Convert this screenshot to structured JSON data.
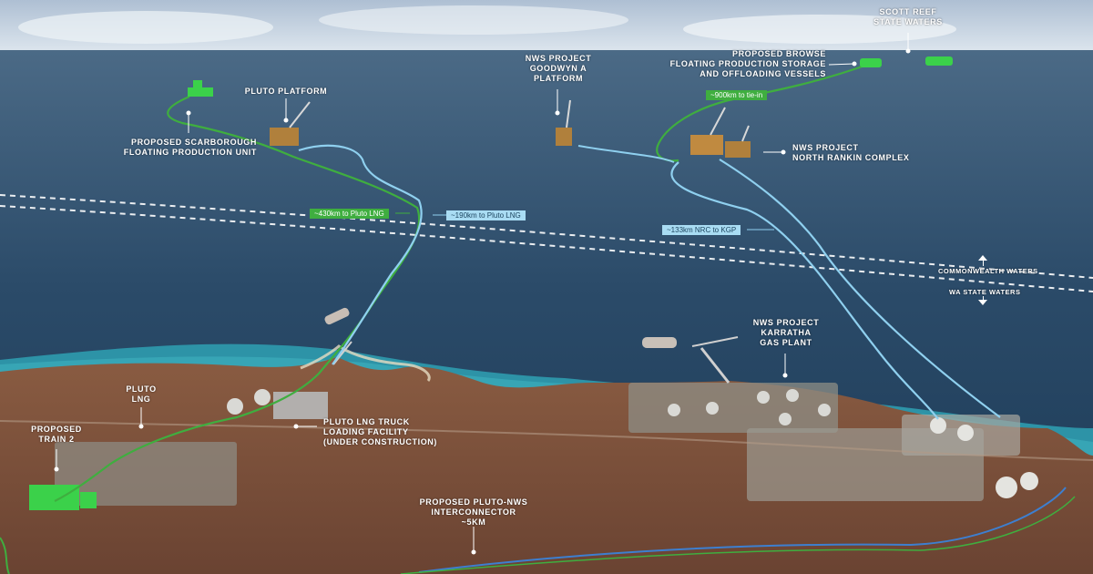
{
  "labels": {
    "scott_reef": "SCOTT REEF\nSTATE WATERS",
    "browse_fpso": "PROPOSED BROWSE\nFLOATING PRODUCTION STORAGE\nAND OFFLOADING VESSELS",
    "goodwyn": "NWS PROJECT\nGOODWYN A\nPLATFORM",
    "pluto_platform": "PLUTO PLATFORM",
    "scarborough_fpu": "PROPOSED SCARBOROUGH\nFLOATING PRODUCTION UNIT",
    "north_rankin": "NWS PROJECT\nNORTH RANKIN COMPLEX",
    "karratha": "NWS PROJECT\nKARRATHA\nGAS PLANT",
    "pluto_lng": "PLUTO\nLNG",
    "train2": "PROPOSED\nTRAIN 2",
    "truck_loading": "PLUTO LNG TRUCK\nLOADING FACILITY\n(UNDER CONSTRUCTION)",
    "interconnector": "PROPOSED PLUTO-NWS\nINTERCONNECTOR\n~5km"
  },
  "pipelines": {
    "browse_tiein": "~900km to tie-in",
    "scarborough_to_pluto": "~430km to Pluto LNG",
    "pluto_to_pluto": "~190km to Pluto LNG",
    "nrc_to_kgp": "~133km NRC to KGP"
  },
  "waters": {
    "commonwealth": "COMMONWEALTH WATERS",
    "wa_state": "WA STATE WATERS"
  },
  "colors": {
    "proposed_pipeline": "#3fae3f",
    "existing_pipeline": "#8fd0ef",
    "interconnector": "#3d7fd0"
  }
}
